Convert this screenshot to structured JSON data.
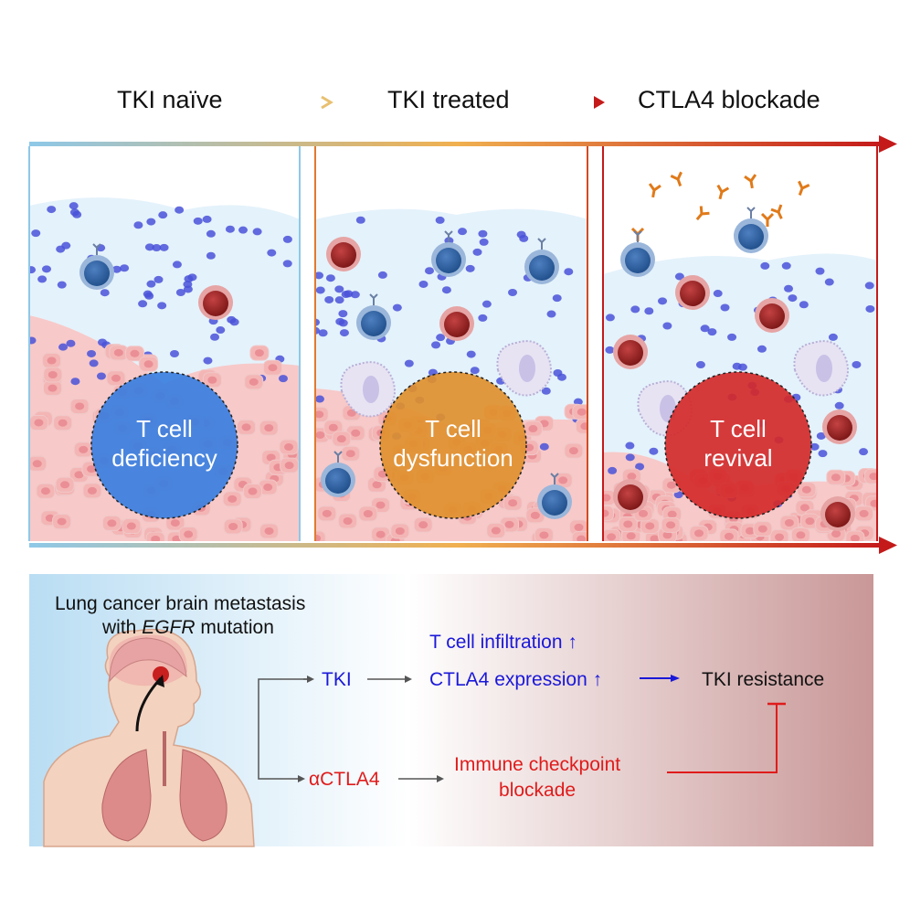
{
  "header": {
    "stages": [
      {
        "label": "TKI naïve"
      },
      {
        "label": "TKI treated"
      },
      {
        "label": "CTLA4 blockade"
      }
    ]
  },
  "panels": [
    {
      "state_line1": "T cell",
      "state_line2": "deficiency",
      "circle_color": "#3a7fe0"
    },
    {
      "state_line1": "T cell",
      "state_line2": "dysfunction",
      "circle_color": "#e0902e"
    },
    {
      "state_line1": "T cell",
      "state_line2": "revival",
      "circle_color": "#d42a2a"
    }
  ],
  "summary": {
    "patient_line1": "Lung cancer brain metastasis",
    "patient_line2_prefix": "with ",
    "patient_gene": "EGFR",
    "patient_line2_suffix": " mutation",
    "tki": "TKI",
    "effect1": "T cell infiltration ↑",
    "effect2": "CTLA4 expression ↑",
    "outcome": "TKI resistance",
    "anti_ctla4": "αCTLA4",
    "blockade_line1": "Immune checkpoint",
    "blockade_line2": "blockade"
  },
  "colors": {
    "tki_naive": "#8ec8e8",
    "tki_treated": "#f0b050",
    "ctla4_blockade": "#c41a1a",
    "text_blue": "#1a18d8",
    "text_red": "#e01b1b"
  }
}
